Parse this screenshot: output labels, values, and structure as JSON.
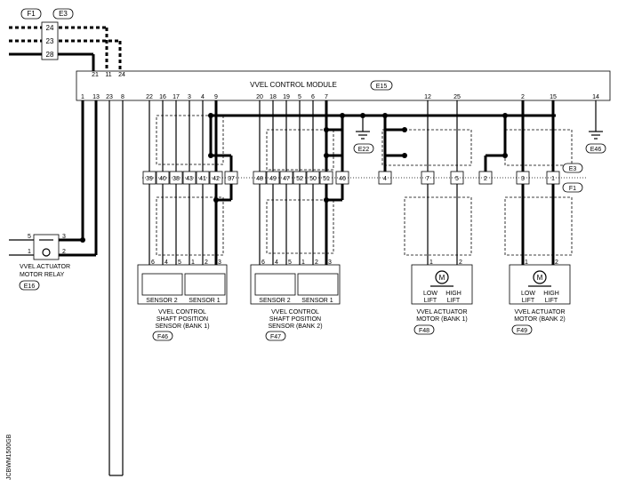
{
  "module": {
    "label": "VVEL CONTROL MODULE",
    "ref": "E15",
    "pins_top": [
      "21",
      "11",
      "24"
    ],
    "pins_bottom": [
      "1",
      "13",
      "23",
      "8",
      "22",
      "16",
      "17",
      "3",
      "4",
      "9",
      "20",
      "18",
      "19",
      "5",
      "6",
      "7",
      "12",
      "25",
      "2",
      "15",
      "14"
    ]
  },
  "refs": {
    "f1": "F1",
    "e3": "E3",
    "e22": "E22",
    "e46": "E46",
    "e3r": "E3",
    "f1r": "F1"
  },
  "harness_pins": [
    "24",
    "23",
    "28"
  ],
  "relay": {
    "label1": "VVEL ACTUATOR",
    "label2": "MOTOR RELAY",
    "ref": "E16",
    "pins": [
      "5",
      "3",
      "1",
      "2"
    ]
  },
  "connectors": {
    "group1": [
      "39",
      "40",
      "38",
      "43",
      "41",
      "42",
      "37"
    ],
    "group2": [
      "48",
      "49",
      "47",
      "52",
      "50",
      "51",
      "46"
    ],
    "group3": [
      "4",
      "7",
      "5"
    ],
    "group4": [
      "2",
      "3",
      "1"
    ]
  },
  "sensor1": {
    "s2": "SENSOR 2",
    "s1": "SENSOR 1",
    "pins": [
      "6",
      "4",
      "5",
      "1",
      "2",
      "3"
    ],
    "label1": "VVEL CONTROL",
    "label2": "SHAFT POSITION",
    "label3": "SENSOR (BANK 1)",
    "ref": "F46"
  },
  "sensor2": {
    "s2": "SENSOR 2",
    "s1": "SENSOR 1",
    "pins": [
      "6",
      "4",
      "5",
      "1",
      "2",
      "3"
    ],
    "label1": "VVEL CONTROL",
    "label2": "SHAFT POSITION",
    "label3": "SENSOR (BANK 2)",
    "ref": "F47"
  },
  "motor1": {
    "m": "M",
    "low": "LOW",
    "high": "HIGH",
    "lift": "LIFT",
    "lift2": "LIFT",
    "pins": [
      "1",
      "2"
    ],
    "label1": "VVEL ACTUATOR",
    "label2": "MOTOR (BANK 1)",
    "ref": "F48"
  },
  "motor2": {
    "m": "M",
    "low": "LOW",
    "high": "HIGH",
    "lift": "LIFT",
    "lift2": "LIFT",
    "pins": [
      "1",
      "2"
    ],
    "label1": "VVEL ACTUATOR",
    "label2": "MOTOR (BANK 2)",
    "ref": "F49"
  },
  "code": "JCBWM1500GB"
}
